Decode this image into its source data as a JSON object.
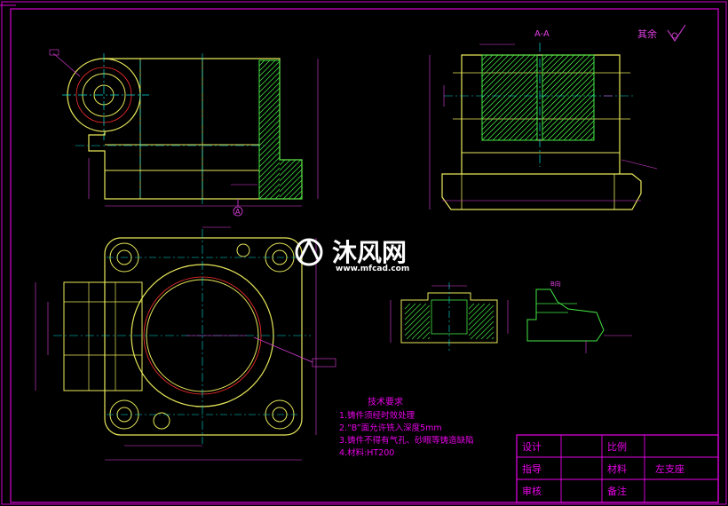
{
  "colors": {
    "background": "#000000",
    "frame": "#d400d4",
    "geometry": "#e8e85a",
    "hatch": "#44e844",
    "center": "#00e0e0",
    "dimension": "#e040e0",
    "note": "#e800e8",
    "red": "#ff3030",
    "white": "#ffffff"
  },
  "section_label": "A-A",
  "section_mark": "A",
  "roughness_note": "其余",
  "view_b_label": "B向",
  "watermark": {
    "brand": "沐风网",
    "url": "www.mfcad.com"
  },
  "tech_requirements": {
    "title": "技术要求",
    "items": [
      "1.铸件须经时效处理",
      "2.“B”面允许铣入深度5mm",
      "3.铸件不得有气孔、砂眼等铸造缺陷",
      "4.材料:HT200"
    ]
  },
  "title_block": {
    "design": "设计",
    "scale": "比例",
    "guide": "指导",
    "material": "材料",
    "part_name": "左支座",
    "review": "审核",
    "remark": "备注"
  }
}
